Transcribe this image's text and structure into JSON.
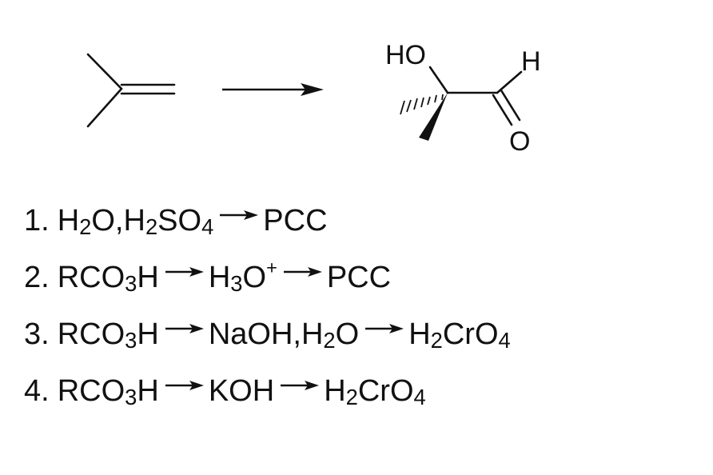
{
  "reaction": {
    "product_labels": {
      "hydroxyl": "HO",
      "aldehyde_h": "H",
      "carbonyl_o": "O"
    }
  },
  "options": [
    {
      "number": "1.",
      "steps": [
        [
          [
            "H",
            "n"
          ],
          [
            "2",
            "sub"
          ],
          [
            "O,H",
            "n"
          ],
          [
            "2",
            "sub"
          ],
          [
            "SO",
            "n"
          ],
          [
            "4",
            "sub"
          ]
        ],
        [
          [
            "PCC",
            "n"
          ]
        ]
      ]
    },
    {
      "number": "2.",
      "steps": [
        [
          [
            "RCO",
            "n"
          ],
          [
            "3",
            "sub"
          ],
          [
            "H",
            "n"
          ]
        ],
        [
          [
            "H",
            "n"
          ],
          [
            "3",
            "sub"
          ],
          [
            "O",
            "n"
          ],
          [
            "+",
            "sup"
          ]
        ],
        [
          [
            "PCC",
            "n"
          ]
        ]
      ]
    },
    {
      "number": "3.",
      "steps": [
        [
          [
            "RCO",
            "n"
          ],
          [
            "3",
            "sub"
          ],
          [
            "H",
            "n"
          ]
        ],
        [
          [
            "NaOH,H",
            "n"
          ],
          [
            "2",
            "sub"
          ],
          [
            "O",
            "n"
          ]
        ],
        [
          [
            "H",
            "n"
          ],
          [
            "2",
            "sub"
          ],
          [
            "CrO",
            "n"
          ],
          [
            "4",
            "sub"
          ]
        ]
      ]
    },
    {
      "number": "4.",
      "steps": [
        [
          [
            "RCO",
            "n"
          ],
          [
            "3",
            "sub"
          ],
          [
            "H",
            "n"
          ]
        ],
        [
          [
            "KOH",
            "n"
          ]
        ],
        [
          [
            "H",
            "n"
          ],
          [
            "2",
            "sub"
          ],
          [
            "CrO",
            "n"
          ],
          [
            "4",
            "sub"
          ]
        ]
      ]
    }
  ]
}
